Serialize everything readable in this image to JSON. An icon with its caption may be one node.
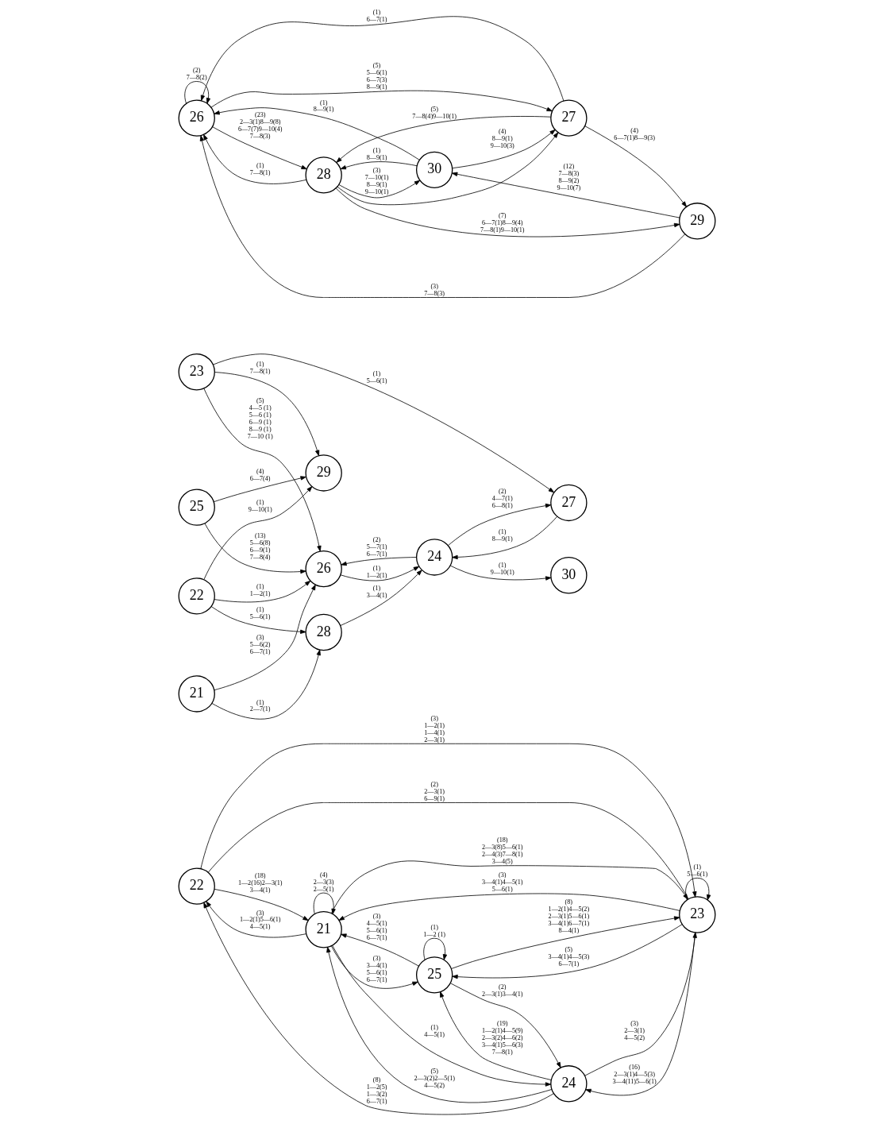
{
  "diagram": {
    "nodes": [
      {
        "text": [
          "22"
        ]
      },
      {
        "text": [
          "21"
        ]
      },
      {
        "text": [
          "23"
        ]
      },
      {
        "text": [
          "24"
        ]
      },
      {
        "text": [
          "25"
        ]
      },
      {
        "text": [
          "22"
        ]
      },
      {
        "text": [
          "21"
        ]
      },
      {
        "text": [
          "23"
        ]
      },
      {
        "text": [
          "24"
        ]
      },
      {
        "text": [
          "25"
        ]
      },
      {
        "text": [
          "26"
        ]
      },
      {
        "text": [
          "28"
        ]
      },
      {
        "text": [
          "27"
        ]
      },
      {
        "text": [
          "29"
        ]
      },
      {
        "text": [
          "30"
        ]
      },
      {
        "text": [
          "26"
        ]
      },
      {
        "text": [
          "28"
        ]
      },
      {
        "text": [
          "27"
        ]
      },
      {
        "text": [
          "29"
        ]
      },
      {
        "text": [
          "30"
        ]
      }
    ],
    "edges": [
      {
        "from": 4,
        "to": 1,
        "arrow": "to",
        "label": "(3) 4—5(1) 5—6(1) 6—7(1)"
      },
      {
        "from": 3,
        "to": 0,
        "arrow": "to",
        "label": "(8) 1—2(5) 1—3(2) 6—7(1)"
      },
      {
        "from": 4,
        "to": 2,
        "arrow": "to",
        "label": "(8) 1—2(1)4—5(2) 2—3(1)5—6(1) 3—4(1)6—7(1) 8—4(1)"
      },
      {
        "from": 0,
        "to": 2,
        "arrow": "to",
        "label": "(3) 1—2(1) 1—4(1) 2—3(1)"
      },
      {
        "from": 1,
        "to": 4,
        "arrow": "to",
        "label": "(3) 3—4(1) 5—6(1) 6—7(1)"
      },
      {
        "from": 1,
        "to": 3,
        "arrow": "to",
        "label": "(1) 4—5(1)"
      },
      {
        "from": 1,
        "to": 0,
        "arrow": "to",
        "label": "(3) 1—2(1)5—6(1) 4—5(1)"
      },
      {
        "from": 0,
        "to": 1,
        "arrow": "to",
        "label": "(18) 1—2(16)2—3(1) 3—4(1)"
      },
      {
        "from": 1,
        "to": 1,
        "arrow": "to",
        "label": "(4) 2—3(3) 2—5(1)"
      },
      {
        "from": 0,
        "to": 2,
        "arrow": "none",
        "label": "(2) 2—3(1) 6—9(1)"
      },
      {
        "from": 1,
        "to": 2,
        "arrow": "to",
        "label": "(18) 2—3(8)5—6(1) 2—4(3)7—8(1) 3—4(5)"
      },
      {
        "from": 2,
        "to": 1,
        "arrow": "to",
        "label": "(3) 3—4(1)4—5(1) 5—6(1)"
      },
      {
        "from": 3,
        "to": 1,
        "arrow": "to",
        "label": "(5) 2—3(2)2—5(1) 4—5(2)"
      },
      {
        "from": 2,
        "to": 3,
        "arrow": "to",
        "label": "(16) 2—3(1)4—5(3) 3—4(11)5—6(1)"
      },
      {
        "from": 3,
        "to": 2,
        "arrow": "to",
        "label": "(3) 2—3(1) 4—5(2)"
      },
      {
        "from": 2,
        "to": 2,
        "arrow": "to",
        "label": "(1) 5—6(1)"
      },
      {
        "from": 3,
        "to": 4,
        "arrow": "to",
        "label": "(19) 1—2(1)4—5(9) 2—3(2)4—6(2) 3—4(1)5—6(3) 7—8(1)"
      },
      {
        "from": 4,
        "to": 3,
        "arrow": "to",
        "label": "(2) 2—3(1)3—4(1)"
      },
      {
        "from": 2,
        "to": 4,
        "arrow": "to",
        "label": "(5) 3—4(1)4—5(3) 6—7(1)"
      },
      {
        "from": 4,
        "to": 4,
        "arrow": "to",
        "label": "(1) 1—2 (1)"
      },
      {
        "from": 7,
        "to": 10,
        "arrow": "to",
        "label": "(5) 4—5 (1) 5—6 (1) 6—9 (1) 8—9 (1) 7—10 (1)"
      },
      {
        "from": 5,
        "to": 10,
        "arrow": "to",
        "label": "(1) 1—2(1)"
      },
      {
        "from": 6,
        "to": 10,
        "arrow": "to",
        "label": "(3) 5—6(2) 6—7(1)"
      },
      {
        "from": 9,
        "to": 10,
        "arrow": "to",
        "label": "(13) 5—6(8) 6—9(1) 7—8(4)"
      },
      {
        "from": 5,
        "to": 11,
        "arrow": "to",
        "label": "(1) 5—6(1)"
      },
      {
        "from": 6,
        "to": 11,
        "arrow": "to",
        "label": "(1) 2—7(1)"
      },
      {
        "from": 5,
        "to": 13,
        "arrow": "to",
        "label": "(1) 9—10(1)"
      },
      {
        "from": 11,
        "to": 8,
        "arrow": "to",
        "label": "(1) 3—4(1)"
      },
      {
        "from": 8,
        "to": 12,
        "arrow": "to",
        "label": "(2) 4—7(1) 6—8(1)"
      },
      {
        "from": 7,
        "to": 12,
        "arrow": "to",
        "label": "(1) 5—6(1)"
      },
      {
        "from": 12,
        "to": 8,
        "arrow": "to",
        "label": "(1) 8—9(1)"
      },
      {
        "from": 7,
        "to": 13,
        "arrow": "to",
        "label": "(1) 7—8(1)"
      },
      {
        "from": 9,
        "to": 13,
        "arrow": "to",
        "label": "(4) 6—7(4)"
      },
      {
        "from": 8,
        "to": 14,
        "arrow": "to",
        "label": "(1) 9—10(1)"
      },
      {
        "from": 8,
        "to": 10,
        "arrow": "to",
        "label": "(2) 5—7(1) 6—7(1)"
      },
      {
        "from": 10,
        "to": 8,
        "arrow": "to",
        "label": "(1) 1—2(1)"
      },
      {
        "from": 18,
        "to": 15,
        "arrow": "to",
        "label": "(3) 7—8(3)"
      },
      {
        "from": 17,
        "to": 15,
        "arrow": "to",
        "label": "(1) 6—7(1)"
      },
      {
        "from": 15,
        "to": 17,
        "arrow": "to",
        "label": "(5) 5—6(1) 6—7(3) 8—9(1)"
      },
      {
        "from": 16,
        "to": 15,
        "arrow": "to",
        "label": "(1) 7—8(1)"
      },
      {
        "from": 15,
        "to": 16,
        "arrow": "to",
        "label": "(23) 2—3(1)8—9(8) 6—7(7)9—10(4) 7—8(3)"
      },
      {
        "from": 15,
        "to": 15,
        "arrow": "to",
        "label": "(2) 7—8(2)"
      },
      {
        "from": 19,
        "to": 15,
        "arrow": "to",
        "label": "(1) 8—9(1)"
      },
      {
        "from": 19,
        "to": 16,
        "arrow": "to",
        "label": "(1) 8—9(1)"
      },
      {
        "from": 19,
        "to": 17,
        "arrow": "to",
        "label": "(4) 8—9(1) 9—10(3)"
      },
      {
        "from": 17,
        "to": 16,
        "arrow": "to",
        "label": "(5) 7—8(4)9—10(1)"
      },
      {
        "from": 16,
        "to": 17,
        "arrow": "to"
      },
      {
        "from": 17,
        "to": 18,
        "arrow": "to",
        "label": "(4) 6—7(1)8—9(3)"
      },
      {
        "from": 18,
        "to": 19,
        "arrow": "to",
        "label": "(12) 7—8(3) 8—9(2) 9—10(7)"
      },
      {
        "from": 16,
        "to": 18,
        "arrow": "to",
        "label": "(7) 6—7(1)8—9(4) 7—8(1)9—10(1)"
      },
      {
        "from": 16,
        "to": 19,
        "arrow": "to",
        "label": "(3) 7—10(1) 8—9(1) 9—10(1)"
      }
    ]
  }
}
